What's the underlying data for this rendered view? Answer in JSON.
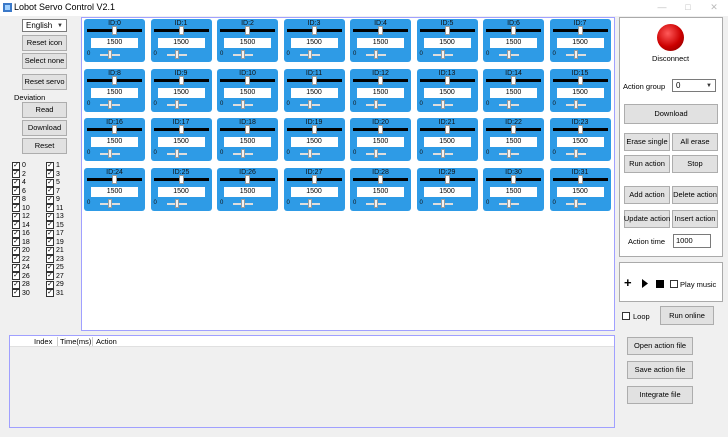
{
  "window": {
    "title": "Lobot Servo Control V2.1",
    "controls": [
      "—",
      "□",
      "✕"
    ]
  },
  "left": {
    "language": "English",
    "reset_icon": "Reset icon",
    "select_none": "Select none",
    "reset_servo": "Reset servo",
    "deviation_label": "Deviation",
    "read": "Read",
    "download": "Download",
    "reset": "Reset"
  },
  "checkboxes": [
    "0",
    "1",
    "2",
    "3",
    "4",
    "5",
    "6",
    "7",
    "8",
    "9",
    "10",
    "11",
    "12",
    "13",
    "14",
    "15",
    "16",
    "17",
    "18",
    "19",
    "20",
    "21",
    "22",
    "23",
    "24",
    "25",
    "26",
    "27",
    "28",
    "29",
    "30",
    "31"
  ],
  "servos": [
    {
      "id": "ID:0",
      "value": "1500",
      "dev": "0"
    },
    {
      "id": "ID:1",
      "value": "1500",
      "dev": "0"
    },
    {
      "id": "ID:2",
      "value": "1500",
      "dev": "0"
    },
    {
      "id": "ID:3",
      "value": "1500",
      "dev": "0"
    },
    {
      "id": "ID:4",
      "value": "1500",
      "dev": "0"
    },
    {
      "id": "ID:5",
      "value": "1500",
      "dev": "0"
    },
    {
      "id": "ID:6",
      "value": "1500",
      "dev": "0"
    },
    {
      "id": "ID:7",
      "value": "1500",
      "dev": "0"
    },
    {
      "id": "ID:8",
      "value": "1500",
      "dev": "0"
    },
    {
      "id": "ID:9",
      "value": "1500",
      "dev": "0"
    },
    {
      "id": "ID:10",
      "value": "1500",
      "dev": "0"
    },
    {
      "id": "ID:11",
      "value": "1500",
      "dev": "0"
    },
    {
      "id": "ID:12",
      "value": "1500",
      "dev": "0"
    },
    {
      "id": "ID:13",
      "value": "1500",
      "dev": "0"
    },
    {
      "id": "ID:14",
      "value": "1500",
      "dev": "0"
    },
    {
      "id": "ID:15",
      "value": "1500",
      "dev": "0"
    },
    {
      "id": "ID:16",
      "value": "1500",
      "dev": "0"
    },
    {
      "id": "ID:17",
      "value": "1500",
      "dev": "0"
    },
    {
      "id": "ID:18",
      "value": "1500",
      "dev": "0"
    },
    {
      "id": "ID:19",
      "value": "1500",
      "dev": "0"
    },
    {
      "id": "ID:20",
      "value": "1500",
      "dev": "0"
    },
    {
      "id": "ID:21",
      "value": "1500",
      "dev": "0"
    },
    {
      "id": "ID:22",
      "value": "1500",
      "dev": "0"
    },
    {
      "id": "ID:23",
      "value": "1500",
      "dev": "0"
    },
    {
      "id": "ID:24",
      "value": "1500",
      "dev": "0"
    },
    {
      "id": "ID:25",
      "value": "1500",
      "dev": "0"
    },
    {
      "id": "ID:26",
      "value": "1500",
      "dev": "0"
    },
    {
      "id": "ID:27",
      "value": "1500",
      "dev": "0"
    },
    {
      "id": "ID:28",
      "value": "1500",
      "dev": "0"
    },
    {
      "id": "ID:29",
      "value": "1500",
      "dev": "0"
    },
    {
      "id": "ID:30",
      "value": "1500",
      "dev": "0"
    },
    {
      "id": "ID:31",
      "value": "1500",
      "dev": "0"
    }
  ],
  "right": {
    "disconnect": "Disconnect",
    "action_group_label": "Action group",
    "action_group_value": "0",
    "download": "Download",
    "erase_single": "Erase single",
    "all_erase": "All erase",
    "run_action": "Run action",
    "stop": "Stop",
    "add_action": "Add action",
    "delete_action": "Delete action",
    "update_action": "Update action",
    "insert_action": "Insert action",
    "action_time_label": "Action time",
    "action_time_value": "1000",
    "play_music": "Play music",
    "loop": "Loop",
    "run_online": "Run online",
    "open_action_file": "Open action file",
    "save_action_file": "Save action file",
    "integrate_file": "Integrate file"
  },
  "table": {
    "columns": [
      "Index",
      "Time(ms)",
      "Action"
    ]
  },
  "colors": {
    "servo_tile": "#2e9be6",
    "disconnect_button": "#cc0000",
    "panel_border": "#a0a0ff"
  }
}
